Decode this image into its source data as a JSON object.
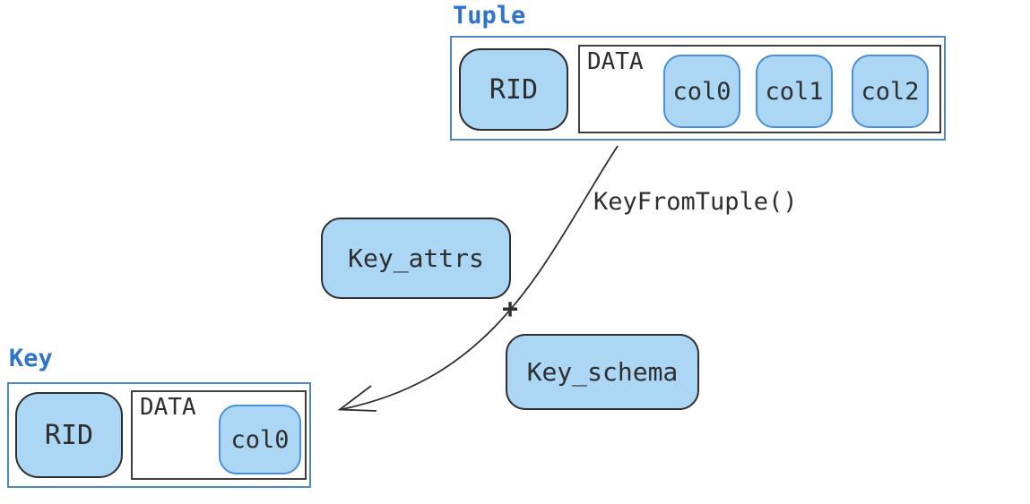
{
  "tuple": {
    "label": "Tuple",
    "rid": "RID",
    "data_label": "DATA",
    "cols": [
      "col0",
      "col1",
      "col2"
    ]
  },
  "key": {
    "label": "Key",
    "rid": "RID",
    "data_label": "DATA",
    "cols": [
      "col0"
    ]
  },
  "operands": {
    "key_attrs": "Key_attrs",
    "plus": "+",
    "key_schema": "Key_schema"
  },
  "arrow": {
    "label": "KeyFromTuple()"
  },
  "colors": {
    "box_fill_blue": "#abd7f5",
    "outer_border_blue": "#4a86c8",
    "col_border_blue": "#4a90d9",
    "label_text_blue": "#2e74c8",
    "stroke_dark": "#2e2e2e"
  }
}
